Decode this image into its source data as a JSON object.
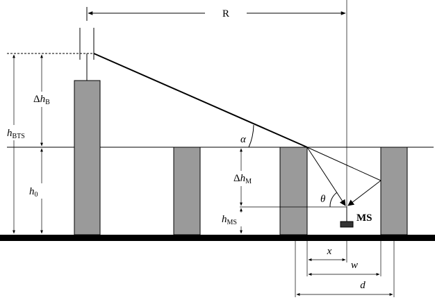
{
  "colors": {
    "building": "#9a9a9a",
    "ground": "#000000",
    "line": "#000000",
    "ms_device": "#333333"
  },
  "labels": {
    "R": "R",
    "delta_prefix": "Δ",
    "h": "h",
    "B": "B",
    "BTS": "BTS",
    "zero": "0",
    "M": "M",
    "MS_sub": "MS",
    "MS": "MS",
    "alpha": "α",
    "theta": "θ",
    "x": "x",
    "w": "w",
    "d": "d"
  }
}
